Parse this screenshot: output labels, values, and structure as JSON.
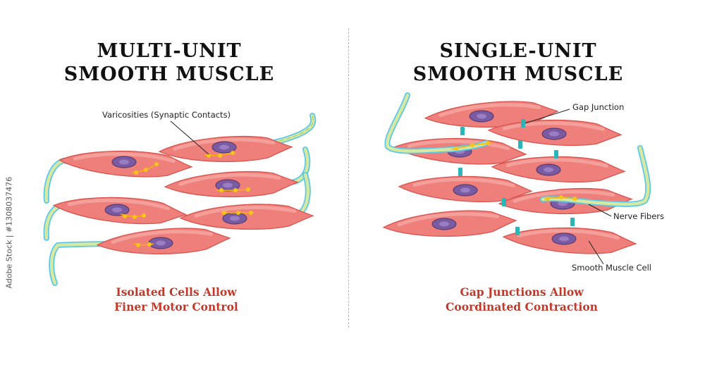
{
  "left_panel": {
    "title_line1": "MULTI-UNIT",
    "title_line2": "SMOOTH MUSCLE",
    "label_varicosities": "Varicosities (Synaptic Contacts)",
    "caption_line1": "Isolated Cells Allow",
    "caption_line2": "Finer Motor Control"
  },
  "right_panel": {
    "title_line1": "SINGLE-UNIT",
    "title_line2": "SMOOTH MUSCLE",
    "label_gap_junction": "Gap Junction",
    "label_nerve_fibers": "Nerve Fibers",
    "label_smooth_muscle_cell": "Smooth Muscle Cell",
    "caption_line1": "Gap Junctions Allow",
    "caption_line2": "Coordinated Contraction"
  },
  "side_credit": "Adobe Stock | #1308037476",
  "colors": {
    "cell_fill": "#ef7f7a",
    "cell_stroke": "#d9534f",
    "nucleus_fill": "#7a5aa0",
    "nerve_outer": "#5bc8e8",
    "nerve_inner": "#d7e9a0",
    "varicosity": "#f5c518",
    "gap_junction": "#2ab6b6",
    "caption_red": "#c0392b"
  }
}
